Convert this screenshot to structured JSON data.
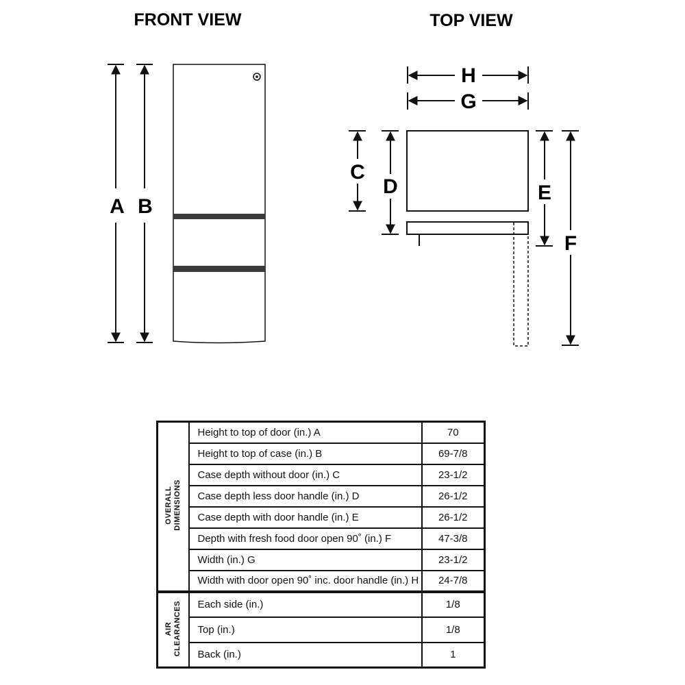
{
  "front_view": {
    "title": "FRONT VIEW",
    "dimension_labels": {
      "a": "A",
      "b": "B"
    }
  },
  "top_view": {
    "title": "TOP VIEW",
    "dimension_labels": {
      "c": "C",
      "d": "D",
      "e": "E",
      "f": "F",
      "g": "G",
      "h": "H"
    }
  },
  "dimensions_table": {
    "groups": [
      {
        "name_lines": [
          "OVERALL",
          "DIMENSIONS"
        ],
        "rows": [
          {
            "label": "Height to top of door (in.) A",
            "value": "70"
          },
          {
            "label": "Height to top of case (in.) B",
            "value": "69-7/8"
          },
          {
            "label": "Case depth without door (in.) C",
            "value": "23-1/2"
          },
          {
            "label": "Case depth less door handle (in.) D",
            "value": "26-1/2"
          },
          {
            "label": "Case depth with door handle (in.) E",
            "value": "26-1/2"
          },
          {
            "label": "Depth with fresh food door open 90˚ (in.) F",
            "value": "47-3/8"
          },
          {
            "label": "Width (in.) G",
            "value": "23-1/2"
          },
          {
            "label": "Width with door open 90˚ inc. door handle (in.) H",
            "value": "24-7/8"
          }
        ]
      },
      {
        "name_lines": [
          "AIR",
          "CLEARANCES"
        ],
        "rows": [
          {
            "label": "Each side (in.)",
            "value": "1/8"
          },
          {
            "label": "Top (in.)",
            "value": "1/8"
          },
          {
            "label": "Back (in.)",
            "value": "1"
          }
        ]
      }
    ]
  }
}
